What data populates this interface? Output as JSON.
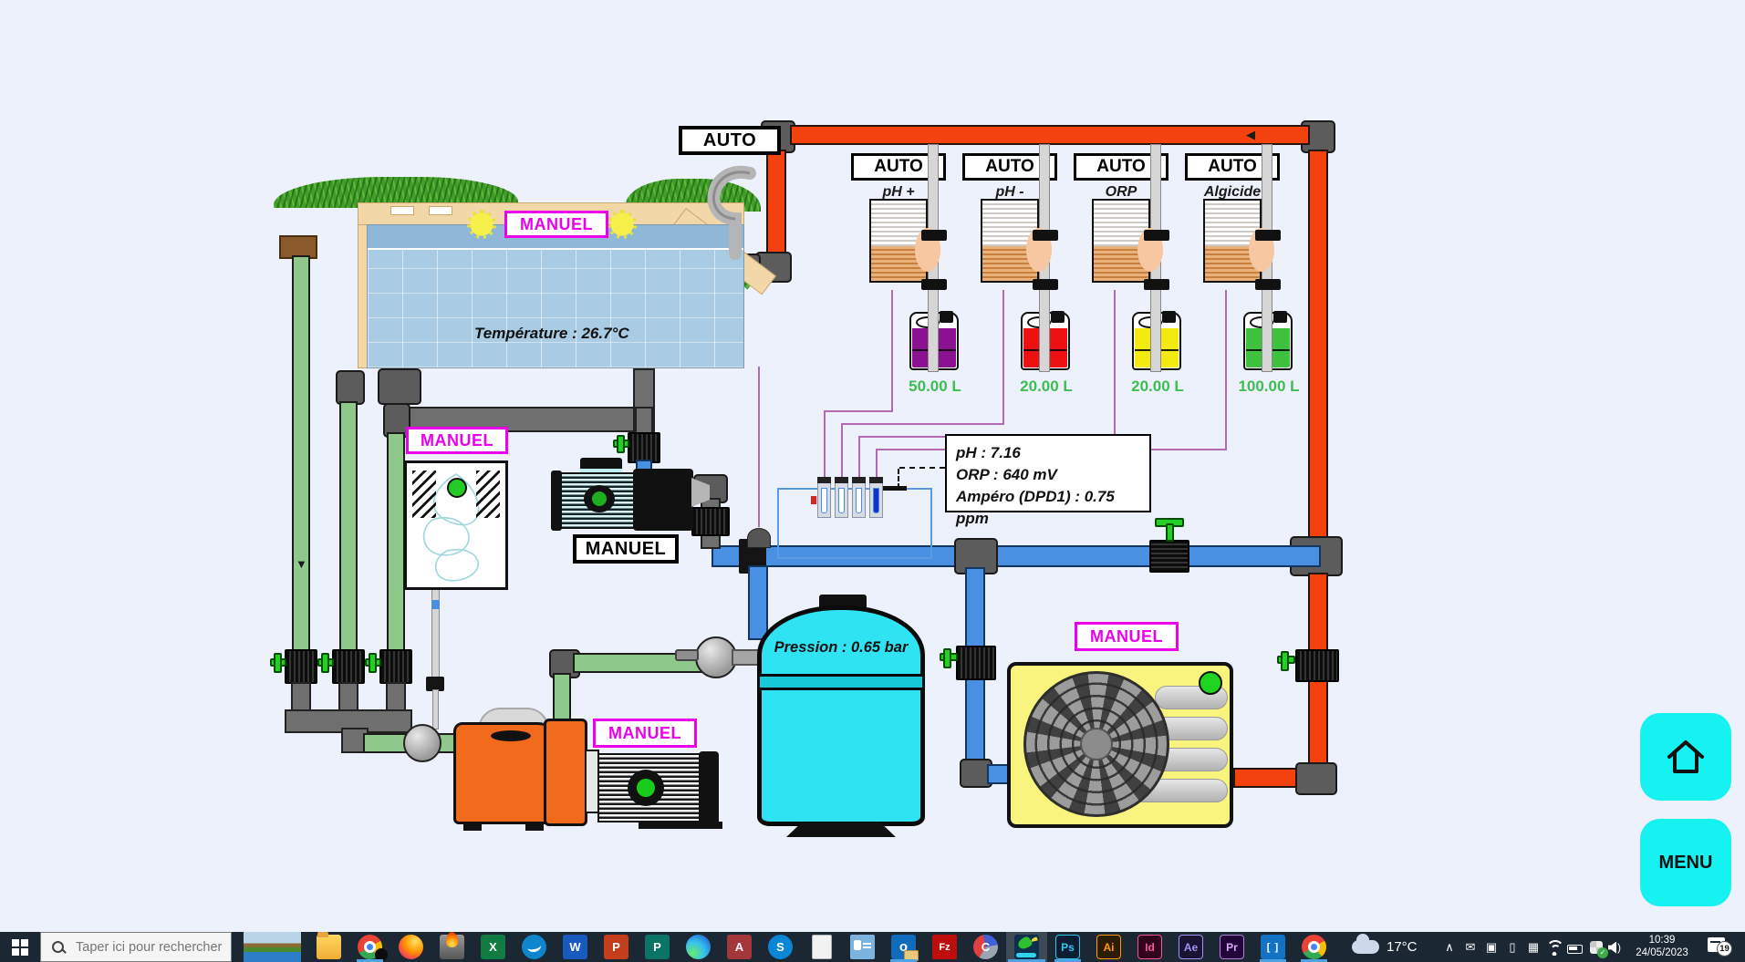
{
  "app": {
    "colors": {
      "magenta_accent": "#ea00ea",
      "cyan_button": "#16f1f1",
      "volume_green": "#3dbd52",
      "pipe_return": "#f4420e",
      "pipe_suction": "#8ec98b",
      "pipe_filtered": "#4a90e2"
    },
    "pool": {
      "mode": "MANUEL",
      "temperature": "Température : 26.7°C"
    },
    "supply_valve_mode": "AUTO",
    "stations": [
      {
        "mode": "AUTO",
        "chem": "pH +",
        "volume": "50.00 L",
        "color": "#8b1191"
      },
      {
        "mode": "AUTO",
        "chem": "pH -",
        "volume": "20.00 L",
        "color": "#ee1111"
      },
      {
        "mode": "AUTO",
        "chem": "ORP",
        "volume": "20.00 L",
        "color": "#f2ea11"
      },
      {
        "mode": "AUTO",
        "chem": "Algicide",
        "volume": "100.00 L",
        "color": "#3ec23e"
      }
    ],
    "probe_box": {
      "line1": "pH : 7.16",
      "line2": "ORP : 640 mV",
      "line3": "Ampéro (DPD1) : 0.75 ppm"
    },
    "filter_pressure": "Pression : 0.65 bar",
    "heater": {
      "mode": "MANUEL"
    },
    "booster_pump": {
      "mode": "MANUEL"
    },
    "main_pump": {
      "mode": "MANUEL"
    },
    "heat_pump": {
      "mode": "MANUEL"
    },
    "buttons": {
      "menu": "MENU"
    }
  },
  "taskbar": {
    "search_placeholder": "Taper ici pour rechercher",
    "apps": [
      {
        "name": "explorer"
      },
      {
        "name": "chrome",
        "running": true,
        "badge": true
      },
      {
        "name": "firefox"
      },
      {
        "name": "flame-app"
      },
      {
        "name": "excel",
        "glyph": "X"
      },
      {
        "name": "openoffice"
      },
      {
        "name": "word",
        "glyph": "W"
      },
      {
        "name": "powerpoint",
        "glyph": "P"
      },
      {
        "name": "publisher",
        "glyph": "P"
      },
      {
        "name": "edge"
      },
      {
        "name": "access",
        "glyph": "A"
      },
      {
        "name": "skype",
        "glyph": "S"
      },
      {
        "name": "writer"
      },
      {
        "name": "contacts"
      },
      {
        "name": "outlook",
        "glyph": "o",
        "running": true
      },
      {
        "name": "filezilla",
        "glyph": "Fz"
      },
      {
        "name": "ccleaner",
        "glyph": "C"
      },
      {
        "name": "pool-app",
        "running": true,
        "active": true
      },
      {
        "name": "photoshop",
        "glyph": "Ps",
        "running": true
      },
      {
        "name": "illustrator",
        "glyph": "Ai"
      },
      {
        "name": "indesign",
        "glyph": "Id"
      },
      {
        "name": "aftereffects",
        "glyph": "Ae"
      },
      {
        "name": "premiere",
        "glyph": "Pr"
      },
      {
        "name": "brackets",
        "glyph": "[ ]",
        "running": true
      },
      {
        "name": "chrome-2",
        "icon": "chrome",
        "running": true
      }
    ],
    "tray": {
      "weather_temp": "17°C",
      "icons": [
        {
          "name": "chevron-up",
          "glyph": "∧"
        },
        {
          "name": "mail",
          "glyph": "✉"
        },
        {
          "name": "meet-now",
          "glyph": "▣"
        },
        {
          "name": "usb",
          "glyph": "▯"
        },
        {
          "name": "display-colors",
          "glyph": "▦"
        },
        {
          "name": "wifi"
        },
        {
          "name": "battery"
        },
        {
          "name": "security"
        },
        {
          "name": "volume"
        }
      ],
      "time": "10:39",
      "date": "24/05/2023",
      "notification_count": "19"
    }
  }
}
